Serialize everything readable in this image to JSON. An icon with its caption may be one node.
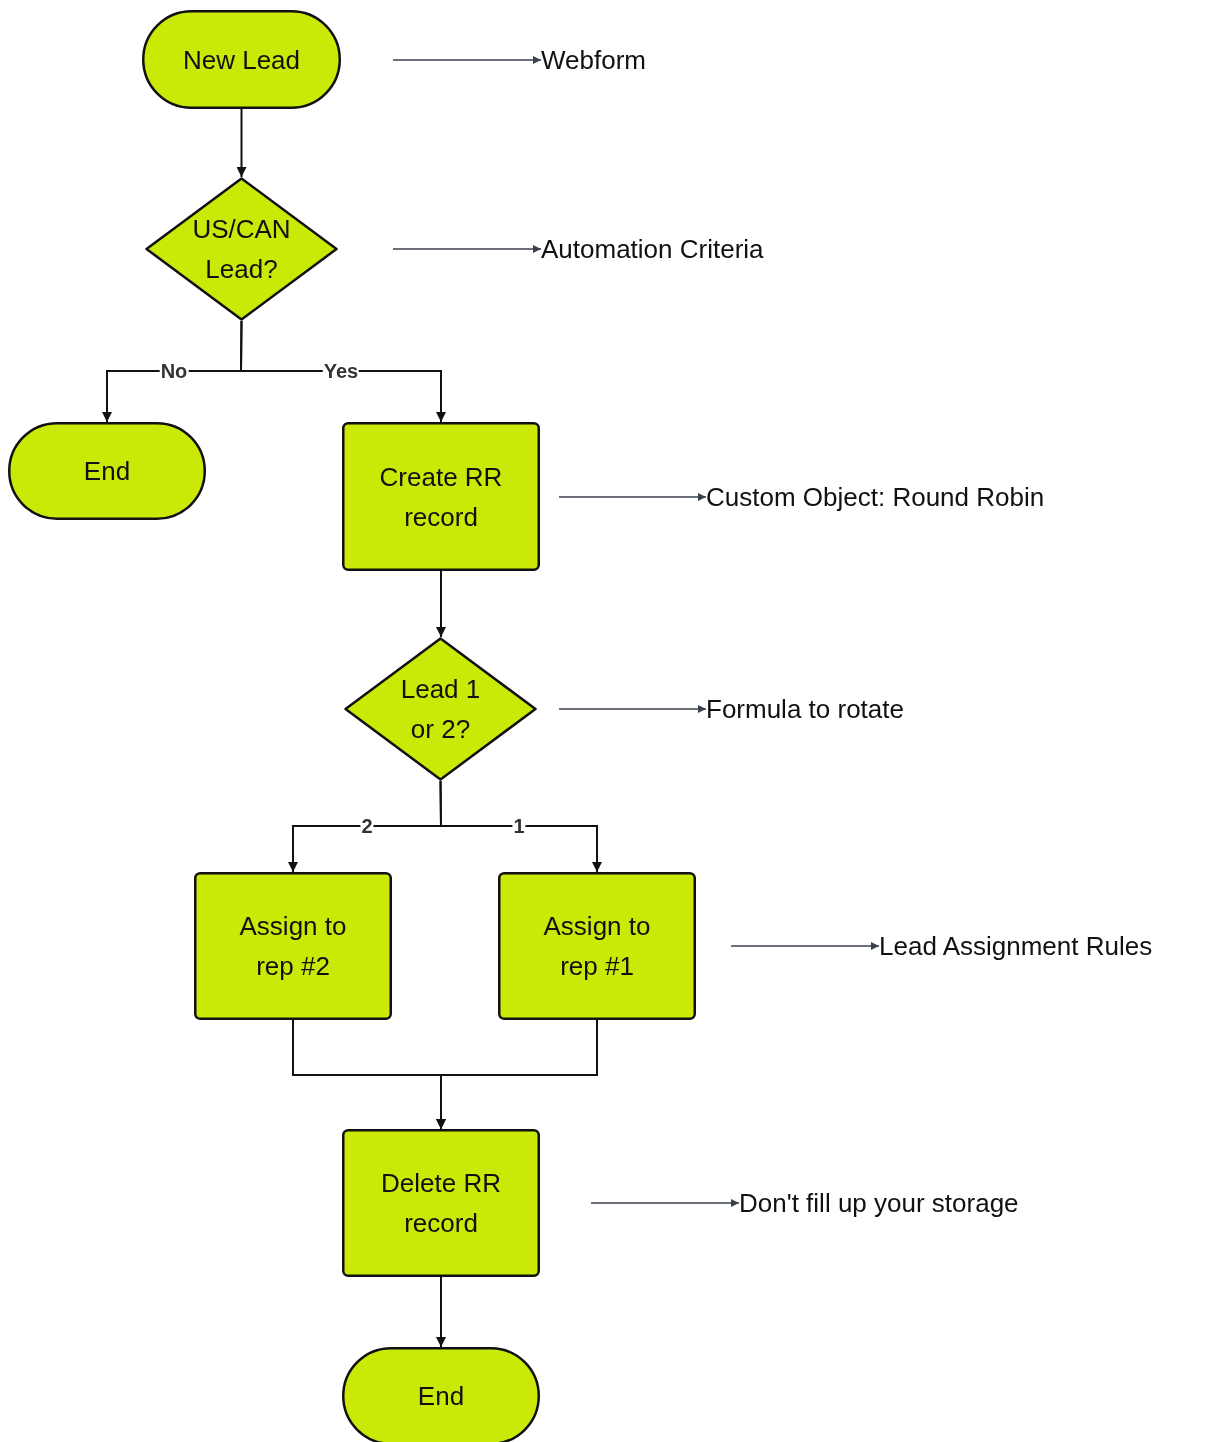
{
  "diagram": {
    "nodes": [
      {
        "text": [
          "New Lead"
        ]
      },
      {
        "text": [
          "US/CAN Lead?"
        ]
      },
      {
        "text": [
          "End"
        ]
      },
      {
        "text": [
          "Create RR record"
        ]
      },
      {
        "text": [
          "Lead 1 or 2?"
        ]
      },
      {
        "text": [
          "Assign to rep #2"
        ]
      },
      {
        "text": [
          "Assign to rep #1"
        ]
      },
      {
        "text": [
          "Delete RR record"
        ]
      },
      {
        "text": [
          "End"
        ]
      },
      {
        "text": [
          "Webform"
        ]
      },
      {
        "text": [
          "Automation Criteria"
        ]
      },
      {
        "text": [
          "Custom Object: Round Robin"
        ]
      },
      {
        "text": [
          "Formula to rotate"
        ]
      },
      {
        "text": [
          "Lead Assignment Rules"
        ]
      },
      {
        "text": [
          "Don't fill up your storage"
        ]
      }
    ],
    "edges": [
      {
        "from": 0,
        "to": 1,
        "arrow": "to"
      },
      {
        "from": 1,
        "to": 2,
        "label": "No",
        "arrow": "to"
      },
      {
        "from": 1,
        "to": 3,
        "label": "Yes",
        "arrow": "to"
      },
      {
        "from": 3,
        "to": 4,
        "arrow": "to"
      },
      {
        "from": 4,
        "to": 5,
        "label": "2",
        "arrow": "to"
      },
      {
        "from": 4,
        "to": 6,
        "label": "1",
        "arrow": "to"
      },
      {
        "from": 5,
        "to": 7,
        "arrow": "to"
      },
      {
        "from": 6,
        "to": 7,
        "arrow": "to"
      },
      {
        "from": 7,
        "to": 8,
        "arrow": "to"
      },
      {
        "from": null,
        "to": 9,
        "arrow": "to",
        "color": "#3a404c"
      },
      {
        "from": null,
        "to": 10,
        "arrow": "to",
        "color": "#3a404c"
      },
      {
        "from": null,
        "to": 11,
        "arrow": "to",
        "color": "#3a404c"
      },
      {
        "from": null,
        "to": 12,
        "arrow": "to",
        "color": "#3a404c"
      },
      {
        "from": null,
        "to": 13,
        "arrow": "to",
        "color": "#3a404c"
      },
      {
        "from": null,
        "to": 14,
        "arrow": "to",
        "color": "#3a404c"
      }
    ]
  }
}
